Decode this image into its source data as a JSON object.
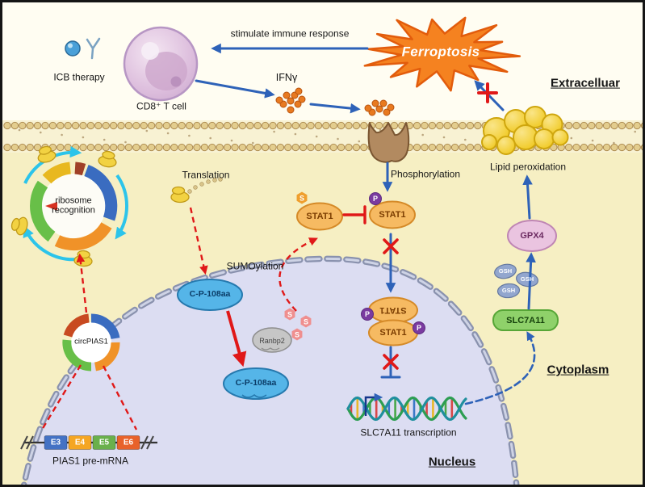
{
  "extracellular": {
    "label": "Extracelluar",
    "icb_therapy": "ICB therapy",
    "cd8_t_cell": "CD8⁺ T cell",
    "stimulate_immune_response": "stimulate immune response",
    "ferroptosis": "Ferroptosis",
    "ifn_gamma": "IFNγ",
    "lipid_peroxidation": "Lipid peroxidation"
  },
  "cytoplasm": {
    "label": "Cytoplasm",
    "phosphorylation": "Phosphorylation",
    "stat1_sumoylated": "STAT1",
    "stat1_phosphorylated": "STAT1",
    "sumoylation": "SUMOylation",
    "translation": "Translation",
    "ribosome_recognition": "ribosome recognition",
    "cp108aa_upper": "C-P-108aa",
    "cp108aa_lower": "C-P-108aa",
    "ranbp2": "Ranbp2",
    "gpx4": "GPX4",
    "gsh": "GSH",
    "slc7a11": "SLC7A11",
    "sumo_badge": "S",
    "phospho_badge": "P"
  },
  "nucleus": {
    "label": "Nucleus",
    "circpias1": "circPIAS1",
    "pias1_pre_mrna": "PIAS1 pre-mRNA",
    "exons": [
      "E3",
      "E4",
      "E5",
      "E6"
    ],
    "stat1_dimer_top": "STAT1",
    "stat1_dimer_bottom": "STAT1",
    "slc7a11_transcription": "SLC7A11 transcription"
  },
  "colors": {
    "arrow_blue": "#2e62b8",
    "inhibit_red": "#e01818",
    "ferroptosis_orange": "#f58220",
    "stat1_orange": "#f6ba62",
    "cp108aa_blue": "#55b5e8",
    "slc7a11_green": "#8fd16a",
    "gpx4_pink": "#eac4e0",
    "extracellular_bg": "#fffdf2",
    "cytoplasm_bg": "#f6efc3",
    "nucleus_bg": "#dcddf2"
  }
}
